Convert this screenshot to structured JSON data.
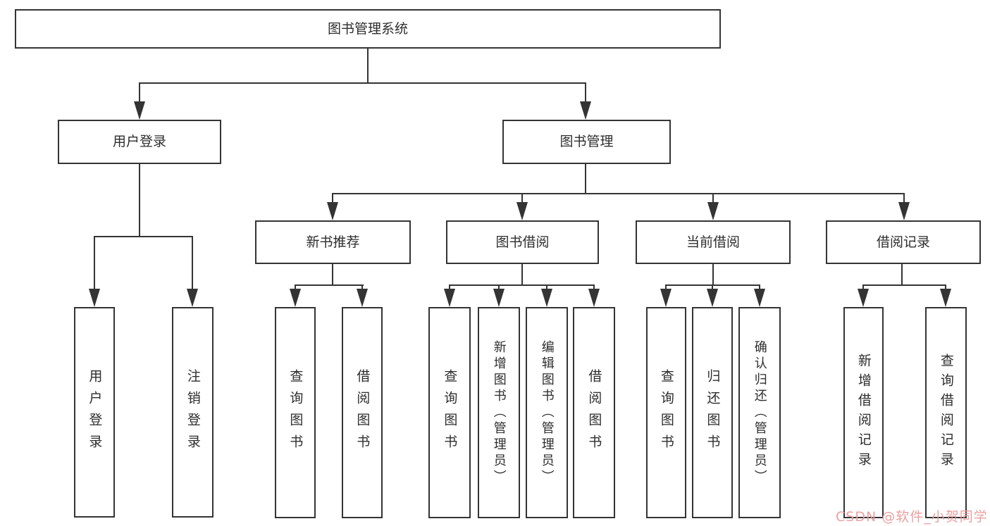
{
  "tree": {
    "root": {
      "label": "图书管理系统"
    },
    "branches": [
      {
        "label": "用户登录",
        "children": [
          {
            "label": "用户登录"
          },
          {
            "label": "注销登录"
          }
        ]
      },
      {
        "label": "图书管理",
        "children": [
          {
            "label": "新书推荐",
            "children": [
              {
                "label": "查询图书"
              },
              {
                "label": "借阅图书"
              }
            ]
          },
          {
            "label": "图书借阅",
            "children": [
              {
                "label": "查询图书"
              },
              {
                "label": "新增图书（管理员）"
              },
              {
                "label": "编辑图书（管理员）"
              },
              {
                "label": "借阅图书"
              }
            ]
          },
          {
            "label": "当前借阅",
            "children": [
              {
                "label": "查询图书"
              },
              {
                "label": "归还图书"
              },
              {
                "label": "确认归还（管理员）"
              }
            ]
          },
          {
            "label": "借阅记录",
            "children": [
              {
                "label": "新增借阅记录"
              },
              {
                "label": "查询借阅记录"
              }
            ]
          }
        ]
      }
    ]
  },
  "watermark": {
    "text": "CSDN @软件_小贺同学",
    "color": "#e99b9b"
  },
  "colors": {
    "line": "#343434",
    "background": "#ffffff"
  }
}
